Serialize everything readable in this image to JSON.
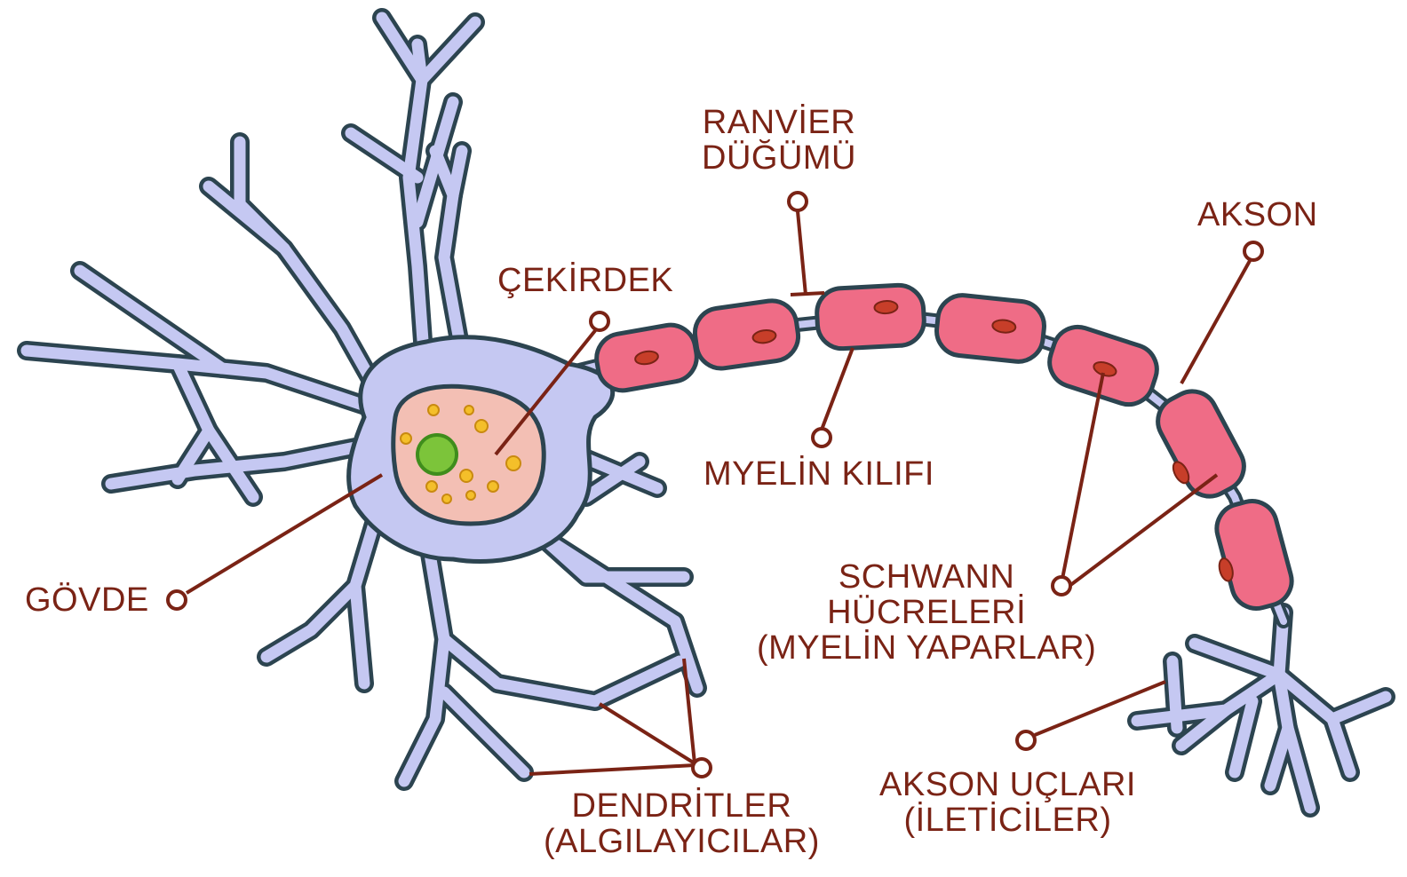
{
  "colors": {
    "label": "#7a2315",
    "leader": "#7a2315",
    "neuron_fill": "#c5c8f2",
    "neuron_stroke": "#2c4450",
    "nucleus_fill": "#f3bfb4",
    "nucleolus": "#7cc43a",
    "granules": "#f4bf2a",
    "schwann_fill": "#ef6c86",
    "schwann_nucleus": "#c73e29"
  },
  "labels": {
    "ranvier": [
      "RANVİER",
      "DÜĞÜMÜ"
    ],
    "cekirdek": "ÇEKİRDEK",
    "akson": "AKSON",
    "myelin": "MYELİN KILIFI",
    "govde": "GÖVDE",
    "schwann": [
      "SCHWANN",
      "HÜCRELERİ",
      "(MYELİN YAPARLAR)"
    ],
    "akson_uclari": [
      "AKSON UÇLARI",
      "(İLETİCİLER)"
    ],
    "dendritler": [
      "DENDRİTLER",
      "(ALGILAYICILAR)"
    ]
  }
}
